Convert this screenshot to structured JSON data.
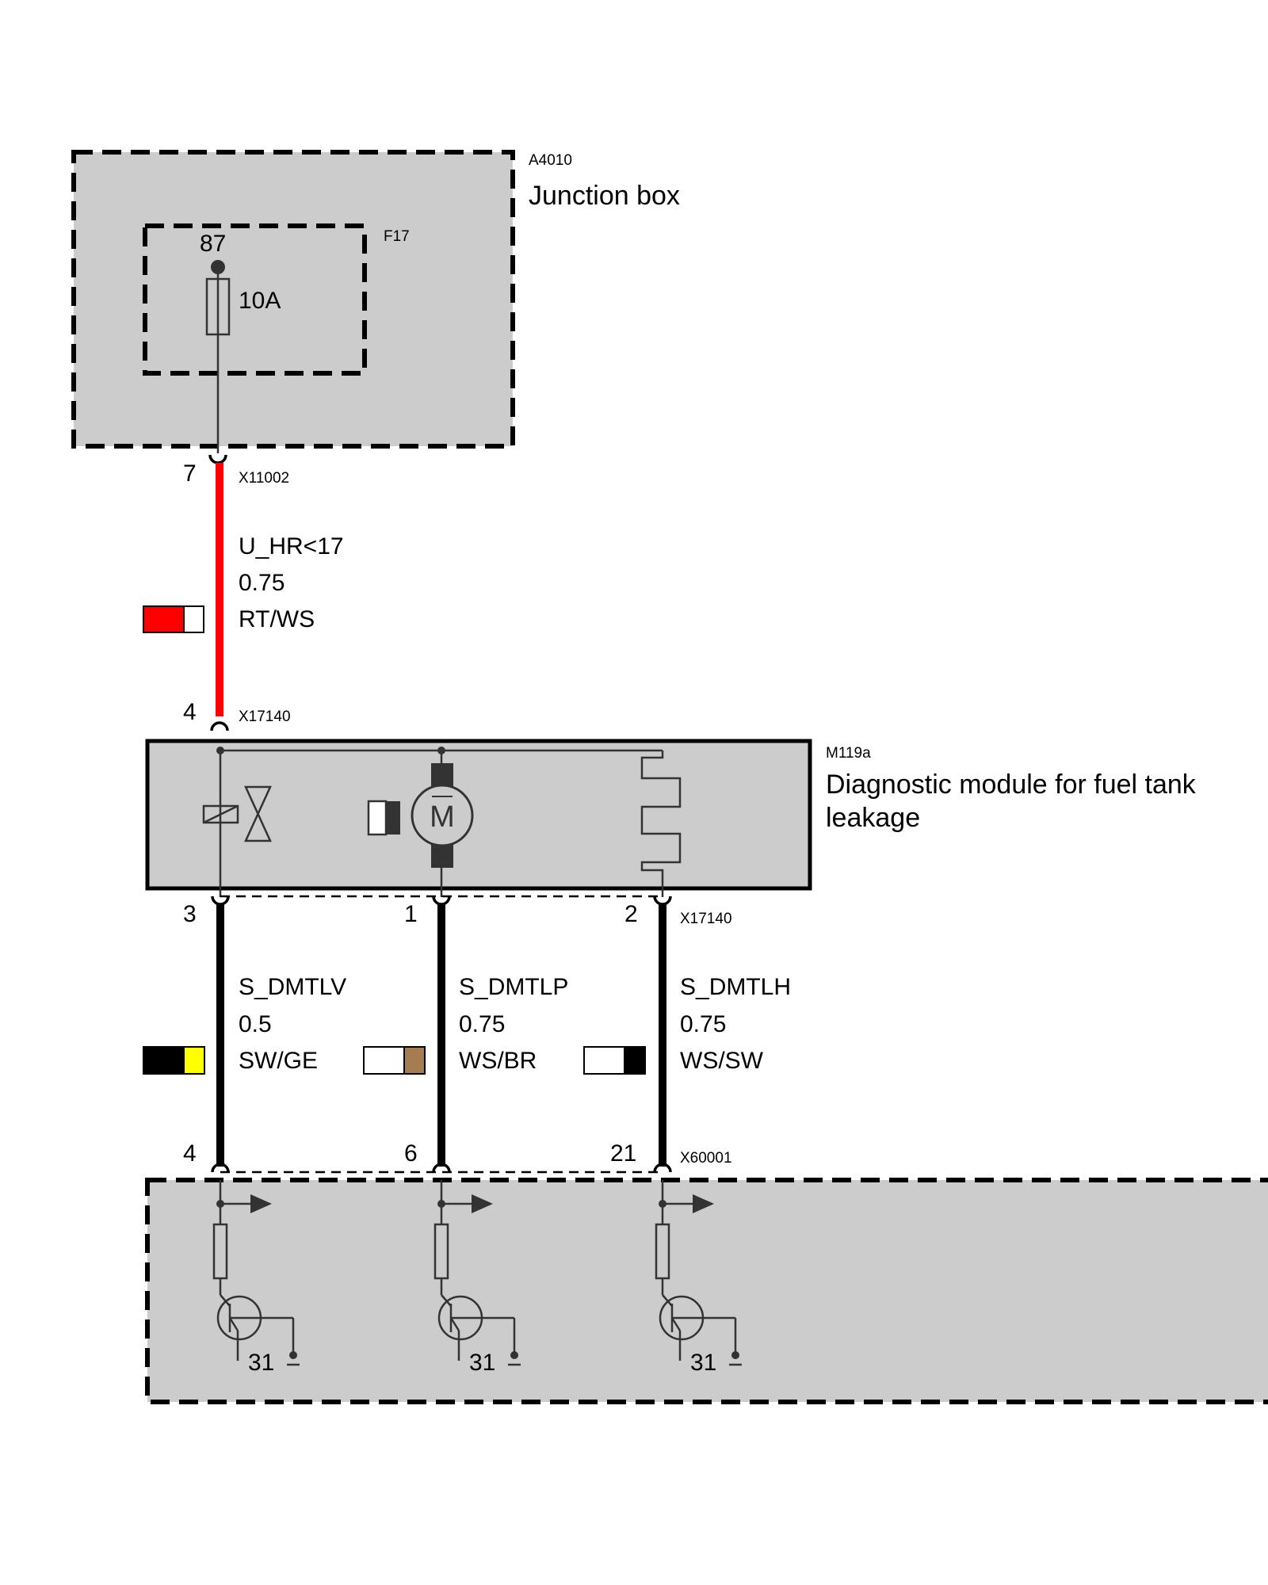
{
  "junction_box": {
    "id": "A4010",
    "name": "Junction box",
    "fuse": {
      "id": "F17",
      "terminal": "87",
      "rating": "10A"
    }
  },
  "connector_top": {
    "id": "X11002",
    "pin": "7"
  },
  "wire_supply": {
    "signal": "U_HR<17",
    "gauge": "0.75",
    "color_code": "RT/WS",
    "colors": [
      "#ff0000",
      "#ffffff"
    ]
  },
  "connector_module_top": {
    "id": "X17140",
    "pin": "4"
  },
  "module": {
    "id": "M119a",
    "name_line1": "Diagnostic module for fuel tank",
    "name_line2": "leakage",
    "motor_letter": "M"
  },
  "connector_module_bottom": {
    "id": "X17140",
    "pins": [
      "3",
      "1",
      "2"
    ]
  },
  "wires_signal": [
    {
      "signal": "S_DMTLV",
      "gauge": "0.5",
      "color_code": "SW/GE",
      "colors": [
        "#000000",
        "#ffff00"
      ]
    },
    {
      "signal": "S_DMTLP",
      "gauge": "0.75",
      "color_code": "WS/BR",
      "colors": [
        "#ffffff",
        "#a67c52"
      ]
    },
    {
      "signal": "S_DMTLH",
      "gauge": "0.75",
      "color_code": "WS/SW",
      "colors": [
        "#ffffff",
        "#000000"
      ]
    }
  ],
  "connector_bottom": {
    "id": "X60001",
    "pins": [
      "4",
      "6",
      "21"
    ]
  },
  "ground_label": "31"
}
